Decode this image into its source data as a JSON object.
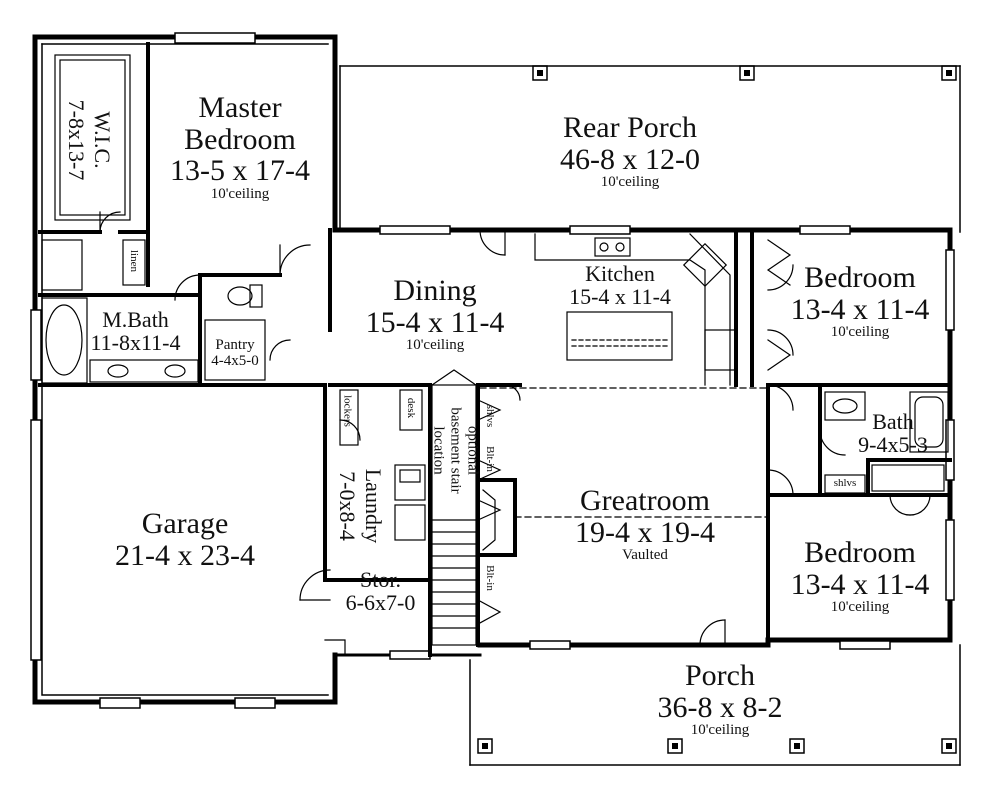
{
  "rooms": {
    "master_bedroom": {
      "name_1": "Master",
      "name_2": "Bedroom",
      "dims": "13-5 x 17-4",
      "ceiling": "10'ceiling"
    },
    "walk_in_closet": {
      "name": "W.I.C.",
      "dims": "7-8x13-7"
    },
    "linen": {
      "name": "linen"
    },
    "master_bath": {
      "name": "M.Bath",
      "dims": "11-8x11-4"
    },
    "pantry": {
      "name": "Pantry",
      "dims": "4-4x5-0"
    },
    "rear_porch": {
      "name": "Rear Porch",
      "dims": "46-8 x 12-0",
      "ceiling": "10'ceiling"
    },
    "dining": {
      "name": "Dining",
      "dims": "15-4 x 11-4",
      "ceiling": "10'ceiling"
    },
    "kitchen": {
      "name": "Kitchen",
      "dims": "15-4 x 11-4"
    },
    "bedroom_1": {
      "name": "Bedroom",
      "dims": "13-4 x 11-4",
      "ceiling": "10'ceiling"
    },
    "bath": {
      "name": "Bath",
      "dims": "9-4x5-3"
    },
    "shelves_bath": {
      "name": "shlvs"
    },
    "bedroom_2": {
      "name": "Bedroom",
      "dims": "13-4 x 11-4",
      "ceiling": "10'ceiling"
    },
    "garage": {
      "name": "Garage",
      "dims": "21-4 x 23-4"
    },
    "lockers": {
      "name": "lockers"
    },
    "desk": {
      "name": "desk"
    },
    "laundry": {
      "name": "Laundry",
      "dims": "7-0x8-4"
    },
    "storage": {
      "name": "Stor.",
      "dims": "6-6x7-0"
    },
    "basement_stairs": {
      "name_1": "optional",
      "name_2": "basement stair",
      "name_3": "location"
    },
    "shelves_stair": {
      "name": "shlvs"
    },
    "built_in_1": {
      "name": "Blt-in"
    },
    "built_in_2": {
      "name": "Blt-in"
    },
    "greatroom": {
      "name": "Greatroom",
      "dims": "19-4 x 19-4",
      "ceiling": "Vaulted"
    },
    "porch": {
      "name": "Porch",
      "dims": "36-8 x 8-2",
      "ceiling": "10'ceiling"
    }
  }
}
